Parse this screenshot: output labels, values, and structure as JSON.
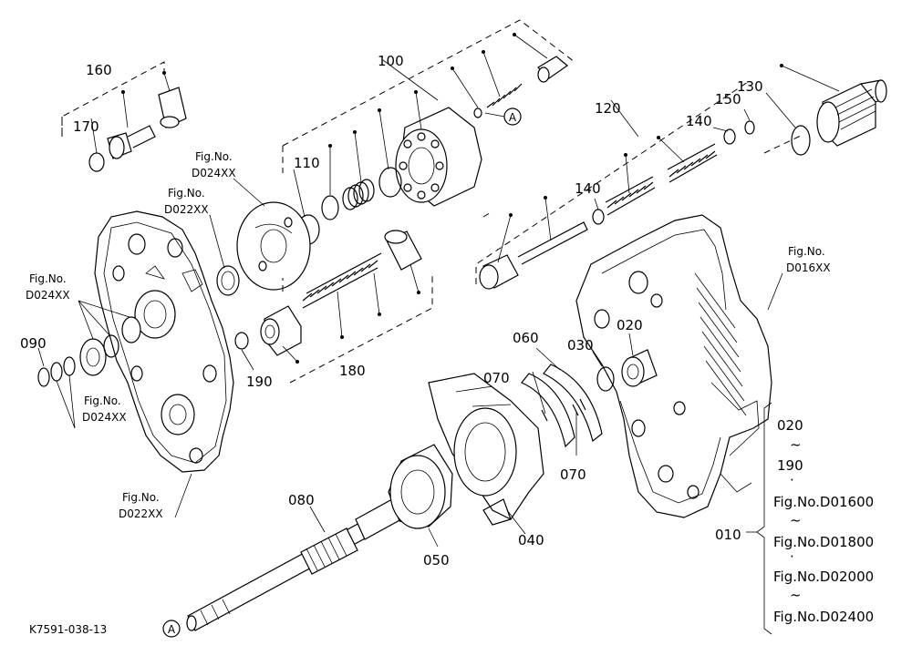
{
  "labels": {
    "p160": "160",
    "p170": "170",
    "p100": "100",
    "p110": "110",
    "p120": "120",
    "p130": "130",
    "p140a": "140",
    "p140b": "140",
    "p150": "150",
    "p180": "180",
    "p190": "190",
    "p090": "090",
    "p080": "080",
    "p050": "050",
    "p040": "040",
    "p060": "060",
    "p070a": "070",
    "p070b": "070",
    "p030": "030",
    "p020": "020",
    "p010": "010",
    "circleA_top": "A",
    "circleA_bottom": "A"
  },
  "figrefs": {
    "d024_top_l1": "Fig.No.",
    "d024_top_l2": "D024XX",
    "d022_top_l1": "Fig.No.",
    "d022_top_l2": "D022XX",
    "d024_left_l1": "Fig.No.",
    "d024_left_l2": "D024XX",
    "d024_low_l1": "Fig.No.",
    "d024_low_l2": "D024XX",
    "d022_low_l1": "Fig.No.",
    "d022_low_l2": "D022XX",
    "d016_l1": "Fig.No.",
    "d016_l2": "D016XX"
  },
  "side_list": {
    "from": "020",
    "tilde1": "~",
    "to": "190",
    "dot1": "·",
    "fig1": "Fig.No.D01600",
    "tilde2": "~",
    "fig2": "Fig.No.D01800",
    "dot2": "·",
    "fig3": "Fig.No.D02000",
    "tilde3": "~",
    "fig4": "Fig.No.D02400"
  },
  "drawing_code": "K7591-038-13"
}
